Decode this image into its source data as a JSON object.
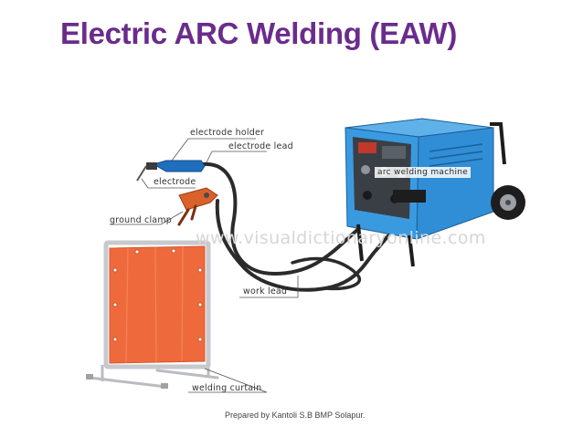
{
  "slide": {
    "title": "Electric ARC Welding (EAW)",
    "footer": "Prepared by Kantoli S.B BMP Solapur."
  },
  "diagram": {
    "watermark": "www.visualdictionaryonline.com",
    "labels": {
      "electrode_holder": "electrode holder",
      "electrode_lead": "electrode lead",
      "electrode": "electrode",
      "ground_clamp": "ground clamp",
      "arc_welding_machine": "arc welding machine",
      "work_lead": "work lead",
      "welding_curtain": "welding curtain"
    },
    "colors": {
      "title": "#6a2c8c",
      "machine_body": "#2f8ed6",
      "machine_panel": "#3a3f45",
      "curtain": "#ee6a3c",
      "cable": "#2b2b2b",
      "clamp": "#d9622a",
      "holder_grip": "#1f6fbf"
    }
  }
}
